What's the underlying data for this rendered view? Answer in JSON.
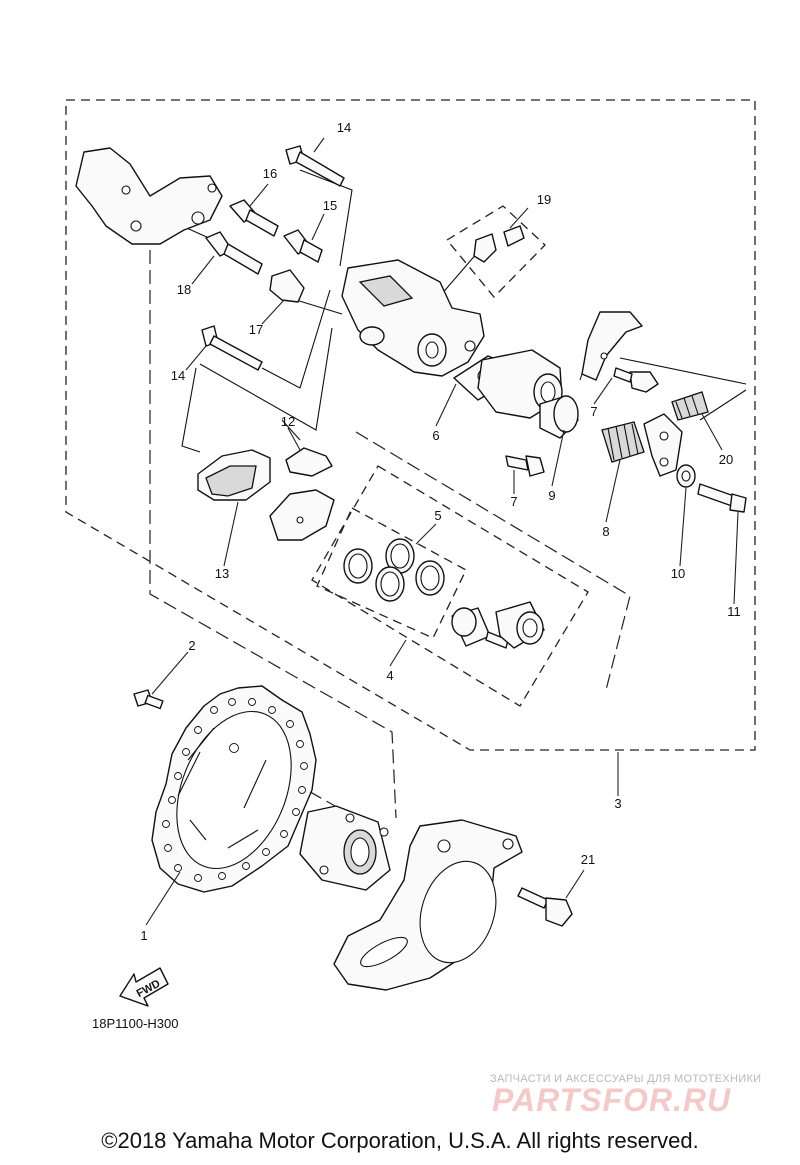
{
  "callouts": [
    "1",
    "2",
    "3",
    "4",
    "5",
    "6",
    "7",
    "7",
    "8",
    "9",
    "10",
    "11",
    "12",
    "13",
    "14",
    "14",
    "15",
    "16",
    "17",
    "18",
    "19",
    "20",
    "21"
  ],
  "fwd_label": "FWD",
  "diagram_code": "18P1100-H300",
  "watermark": {
    "subtitle": "ЗАПЧАСТИ И АКСЕССУАРЫ ДЛЯ МОТОТЕХНИКИ",
    "logo": "PARTSFOR.RU"
  },
  "copyright": "©2018 Yamaha Motor Corporation, U.S.A. All rights reserved."
}
